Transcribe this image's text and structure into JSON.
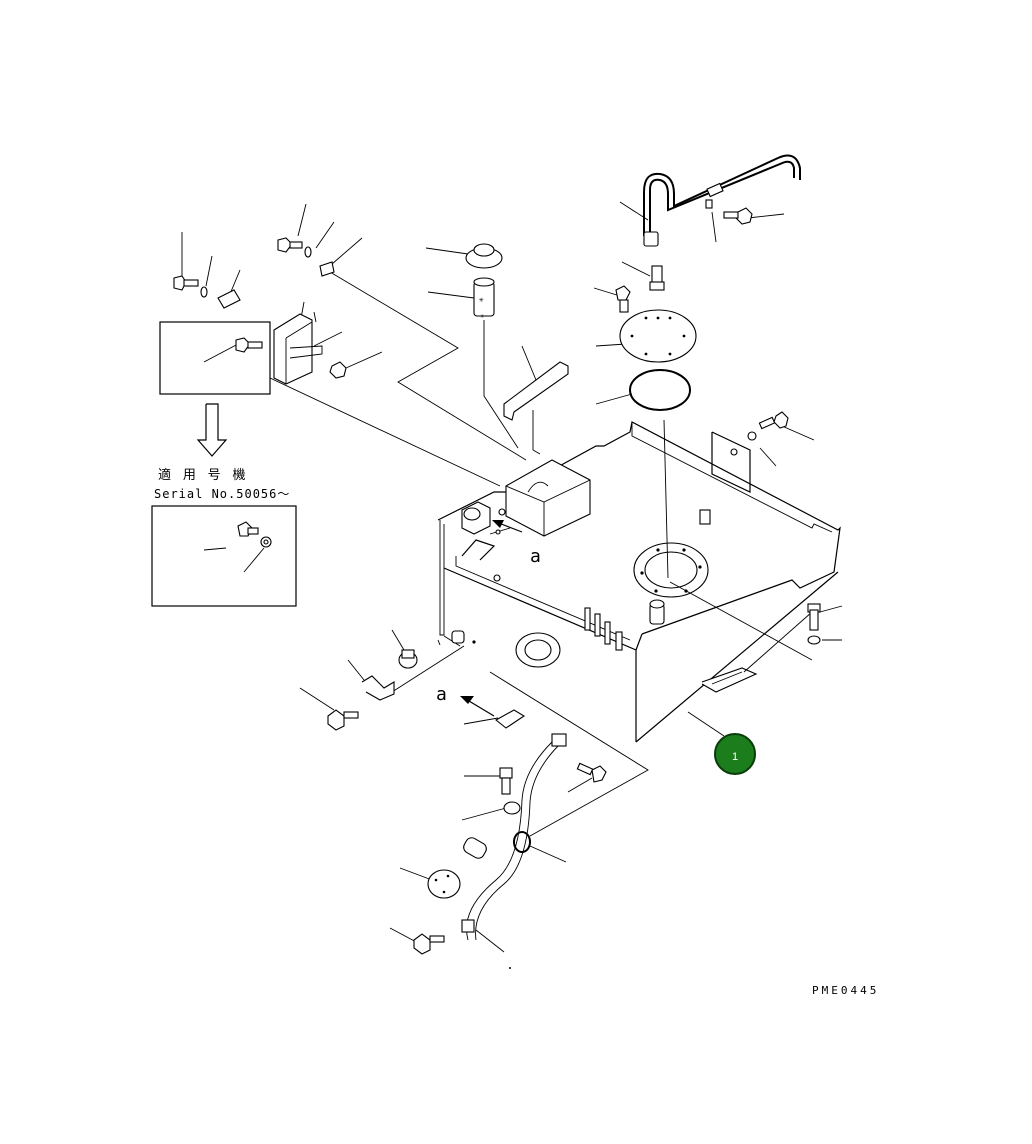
{
  "diagram": {
    "drawing_code": "PME0445",
    "applicable_machines_label": "適 用 号 機",
    "serial_label": "Serial No.50056～",
    "view_marker_upper": "a",
    "view_marker_lower": "a",
    "callouts": [
      {
        "number": "1",
        "fill": "#1c7d1c",
        "stroke": "#0b3d0b"
      }
    ]
  }
}
